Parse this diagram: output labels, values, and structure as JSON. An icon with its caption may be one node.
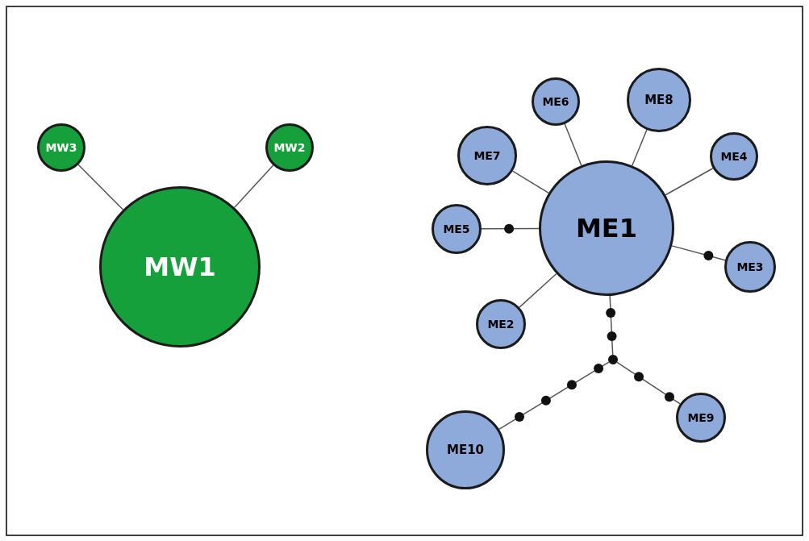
{
  "diagram": {
    "nodes": [
      {
        "text": [
          "MW3"
        ]
      },
      {
        "text": [
          "MW2"
        ]
      },
      {
        "text": [
          "MW1"
        ]
      },
      {
        "text": [
          "ME6"
        ]
      },
      {
        "text": [
          "ME8"
        ]
      },
      {
        "text": [
          "ME7"
        ]
      },
      {
        "text": [
          "ME4"
        ]
      },
      {
        "text": [
          "ME1"
        ]
      },
      {
        "text": [
          "ME5"
        ]
      },
      {
        "text": [
          "ME3"
        ]
      },
      {
        "text": [
          "ME2"
        ]
      },
      {
        "text": [],
        "shape": "circle"
      },
      {
        "text": [
          "ME9"
        ]
      },
      {
        "text": [
          "ME10"
        ]
      }
    ],
    "edges": [
      {
        "from": 0,
        "to": 2,
        "arrow": "none"
      },
      {
        "from": 1,
        "to": 2,
        "arrow": "none"
      },
      {
        "from": 3,
        "to": 7,
        "arrow": "none"
      },
      {
        "from": 4,
        "to": 7,
        "arrow": "none"
      },
      {
        "from": 5,
        "to": 7,
        "arrow": "none"
      },
      {
        "from": 6,
        "to": 7,
        "arrow": "none"
      },
      {
        "from": 8,
        "to": 7,
        "arrow": "none"
      },
      {
        "from": 7,
        "to": 9,
        "arrow": "none"
      },
      {
        "from": 10,
        "to": 7,
        "arrow": "none"
      },
      {
        "from": 7,
        "to": 11,
        "arrow": "none"
      },
      {
        "from": 11,
        "to": 13,
        "arrow": "none"
      },
      {
        "from": 11,
        "to": 12,
        "arrow": "none"
      }
    ]
  }
}
